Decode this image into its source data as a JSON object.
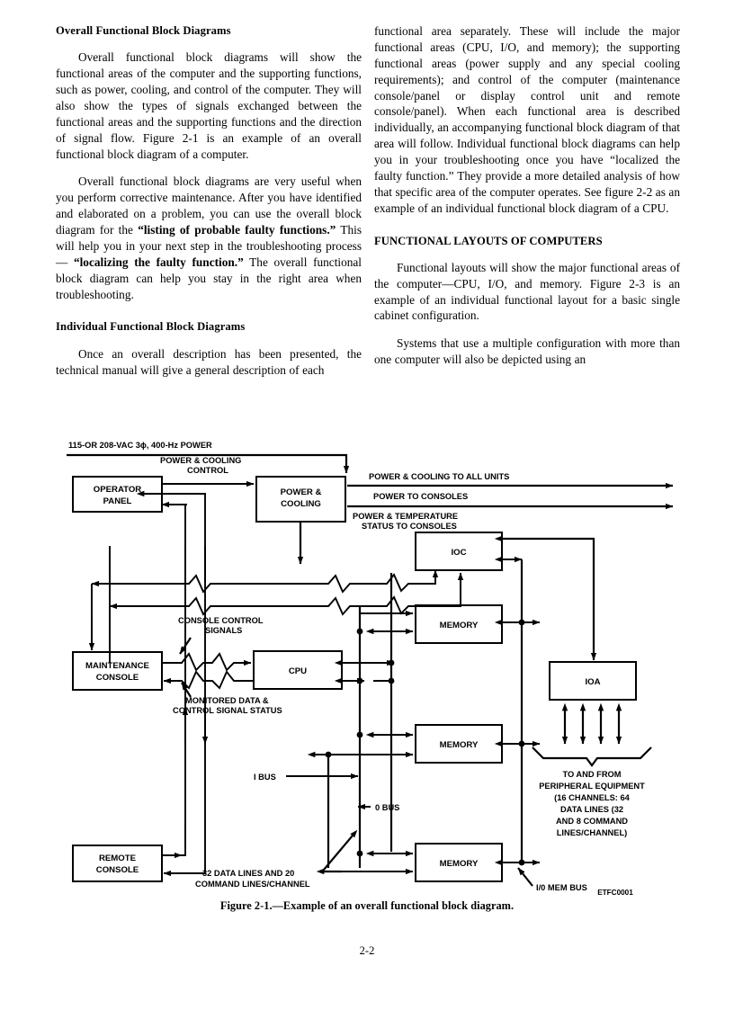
{
  "document": {
    "page_number": "2-2",
    "figure_caption": "Figure 2-1.—Example of an overall functional block diagram."
  },
  "left_column": {
    "heading1": "Overall Functional Block Diagrams",
    "para1": "Overall functional block diagrams will show the functional areas of the computer and the supporting functions, such as power, cooling, and control of the computer. They will also show the types of signals exchanged between the functional areas and the supporting functions and the direction of signal flow. Figure 2-1 is an example of an overall functional block diagram of a computer.",
    "para2_part1": "Overall functional block diagrams are very useful when you perform corrective maintenance. After you have identified and elaborated on a problem, you can use the overall block diagram for the ",
    "para2_bold1": "“listing of probable faulty functions.”",
    "para2_part2": " This will help you in your next step in the troubleshooting process— ",
    "para2_bold2": "“localizing the faulty function.”",
    "para2_part3": "  The overall functional block diagram can help you stay in the right area when troubleshooting.",
    "heading2": "Individual Functional Block Diagrams",
    "para3": "Once an overall description has been presented, the technical manual will give a general description of each"
  },
  "right_column": {
    "para1": "functional area separately. These will include the major functional areas (CPU, I/O, and memory); the supporting functional areas (power supply and any special cooling requirements); and control of the computer (maintenance console/panel or display control unit and remote console/panel). When each functional area is described individually, an accompanying functional block diagram of that area will follow. Individual functional block diagrams can help you in your troubleshooting once you have “localized the faulty function.” They provide a more detailed analysis of how that specific area of the computer operates. See figure 2-2 as an example of an individual functional block diagram of a CPU.",
    "heading1": "FUNCTIONAL LAYOUTS OF COMPUTERS",
    "para2": "Functional layouts will show the major functional areas of the computer—CPU, I/O, and memory. Figure 2-3 is an example of an individual functional layout for a basic single cabinet configuration.",
    "para3": "Systems that use a multiple configuration with more than one computer will also be depicted using an"
  },
  "figure": {
    "id_tag": "ETFC0001",
    "blocks": {
      "operator_panel_line1": "OPERATOR",
      "operator_panel_line2": "PANEL",
      "power_cooling_line1": "POWER &",
      "power_cooling_line2": "COOLING",
      "maintenance_console_line1": "MAINTENANCE",
      "maintenance_console_line2": "CONSOLE",
      "remote_console_line1": "REMOTE",
      "remote_console_line2": "CONSOLE",
      "cpu": "CPU",
      "ioc": "IOC",
      "ioa": "IOA",
      "memory1": "MEMORY",
      "memory2": "MEMORY",
      "memory3": "MEMORY"
    },
    "labels": {
      "mains_power": "115-OR  208-VAC 3ϕ,  400-Hz  POWER",
      "power_cooling_control_line1": "POWER & COOLING",
      "power_cooling_control_line2": "CONTROL",
      "power_cooling_all_units": "POWER & COOLING TO ALL UNITS",
      "power_to_consoles": "POWER TO CONSOLES",
      "power_temp_status_line1": "POWER & TEMPERATURE",
      "power_temp_status_line2": "STATUS TO CONSOLES",
      "console_control_line1": "CONSOLE CONTROL",
      "console_control_line2": "SIGNALS",
      "monitored_data_line1": "MONITORED DATA &",
      "monitored_data_line2": "CONTROL SIGNAL STATUS",
      "i_bus": "I BUS",
      "o_bus": "0 BUS",
      "io_mem_bus": "I/0 MEM BUS",
      "data_lines_line1": "32 DATA LINES AND 20",
      "data_lines_line2": "COMMAND LINES/CHANNEL",
      "peripheral_line1": "TO AND FROM",
      "peripheral_line2": "PERIPHERAL EQUIPMENT",
      "peripheral_line3": "(16 CHANNELS:  64",
      "peripheral_line4": "DATA LINES (32",
      "peripheral_line5": "AND 8 COMMAND",
      "peripheral_line6": "LINES/CHANNEL)"
    }
  }
}
